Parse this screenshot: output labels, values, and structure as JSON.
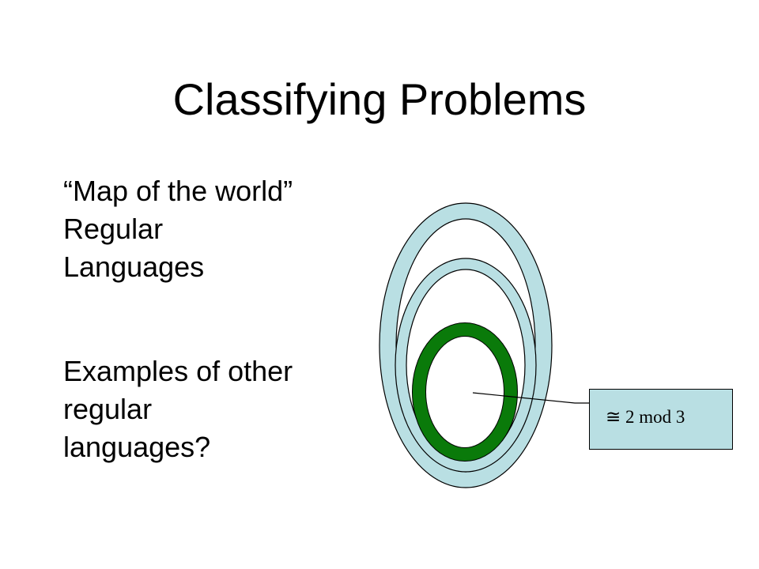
{
  "slide": {
    "title": "Classifying Problems",
    "bullets": [
      {
        "lines": [
          "“Map of the world”",
          "Regular",
          "Languages"
        ]
      },
      {
        "lines": [
          "Examples of other",
          "regular",
          "languages?"
        ]
      }
    ]
  },
  "diagram": {
    "callout_label": "≅ 2 mod 3",
    "colors": {
      "outer_ring_fill": "#b9dfe3",
      "inner_ring_fill": "#b9dfe3",
      "core_ring": "#0a7a0a",
      "outline": "#000000",
      "callout_fill": "#b9dfe3"
    }
  }
}
